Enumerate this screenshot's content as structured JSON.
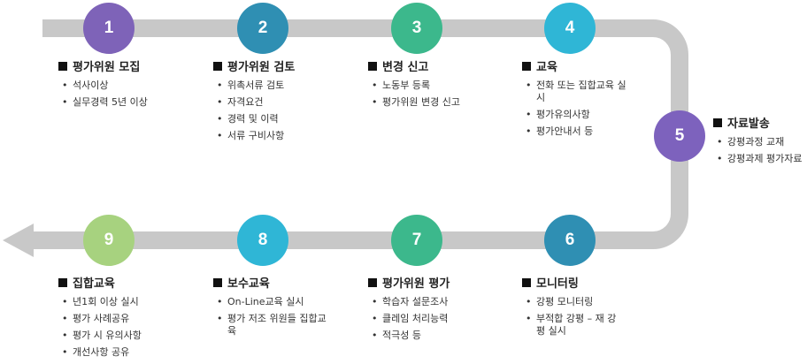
{
  "colors": {
    "track": "#c8c8c8",
    "step1": "#7e63b8",
    "step2": "#2f8fb3",
    "step3": "#3cb88c",
    "step4": "#2fb6d6",
    "step5": "#7d62bd",
    "step6": "#2f8fb3",
    "step7": "#3cb88c",
    "step8": "#2fb6d6",
    "step9": "#a7d27f"
  },
  "steps": [
    {
      "num": "1",
      "title": "평가위원 모집",
      "items": [
        "석사이상",
        "실무경력 5년 이상"
      ]
    },
    {
      "num": "2",
      "title": "평가위원 검토",
      "items": [
        "위촉서류 검토",
        "자격요건",
        "경력 및 이력",
        "서류 구비사항"
      ]
    },
    {
      "num": "3",
      "title": "변경 신고",
      "items": [
        "노동부 등록",
        "평가위원 변경 신고"
      ]
    },
    {
      "num": "4",
      "title": "교육",
      "items": [
        "전화 또는 집합교육 실시",
        "평가유의사항",
        "평가안내서 등"
      ]
    },
    {
      "num": "5",
      "title": "자료발송",
      "items": [
        "강평과정 교재",
        "강평과제 평가자료"
      ]
    },
    {
      "num": "6",
      "title": "모니터링",
      "items": [
        "강평 모니터링",
        "부적합 강평 – 재 강평 실시"
      ]
    },
    {
      "num": "7",
      "title": "평가위원 평가",
      "items": [
        "학습자 설문조사",
        "클레임 처리능력",
        "적극성 등"
      ]
    },
    {
      "num": "8",
      "title": "보수교육",
      "items": [
        "On-Line교육 실시",
        "평가 저조 위원들 집합교육"
      ]
    },
    {
      "num": "9",
      "title": "집합교육",
      "items": [
        "년1회 이상 실시",
        "평가 사례공유",
        "평가 시 유의사항",
        "개선사항 공유"
      ]
    }
  ]
}
